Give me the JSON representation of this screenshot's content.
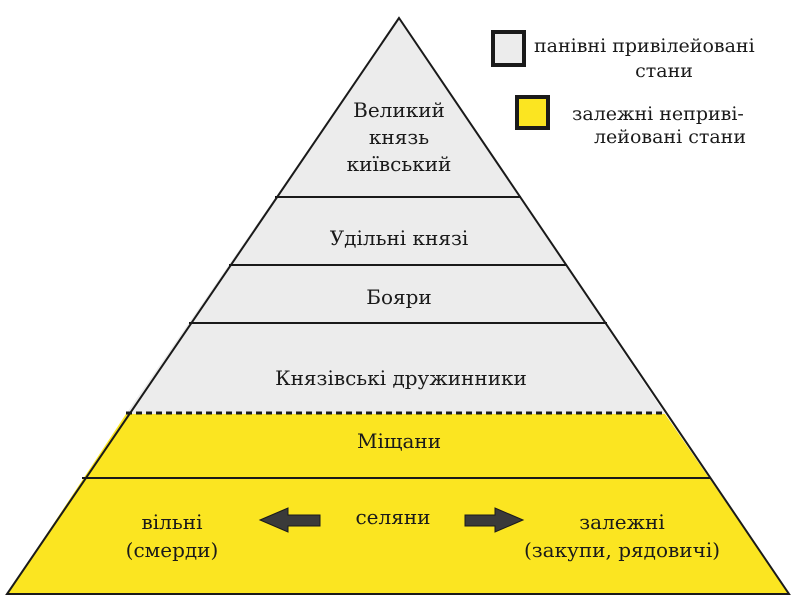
{
  "colors": {
    "privileged_fill": "#ececec",
    "dependent_fill": "#fbe521",
    "outline": "#1a1a1a"
  },
  "legend": {
    "privileged": {
      "line1": "панівні привілейовані",
      "line2": "стани"
    },
    "dependent": {
      "line1": "залежні неприві-",
      "line2": "лейовані стани"
    }
  },
  "tiers": {
    "grand_prince": {
      "line1": "Великий",
      "line2": "князь",
      "line3": "київський"
    },
    "appanage_princes": "Удільні князі",
    "boyars": "Бояри",
    "retinue": "Князівські дружинники",
    "townspeople": "Міщани",
    "peasants": {
      "center": "селяни",
      "free": {
        "line1": "вільні",
        "line2": "(смерди)"
      },
      "dependent": {
        "line1": "залежні",
        "line2": "(закупи, рядовичі)"
      }
    }
  }
}
